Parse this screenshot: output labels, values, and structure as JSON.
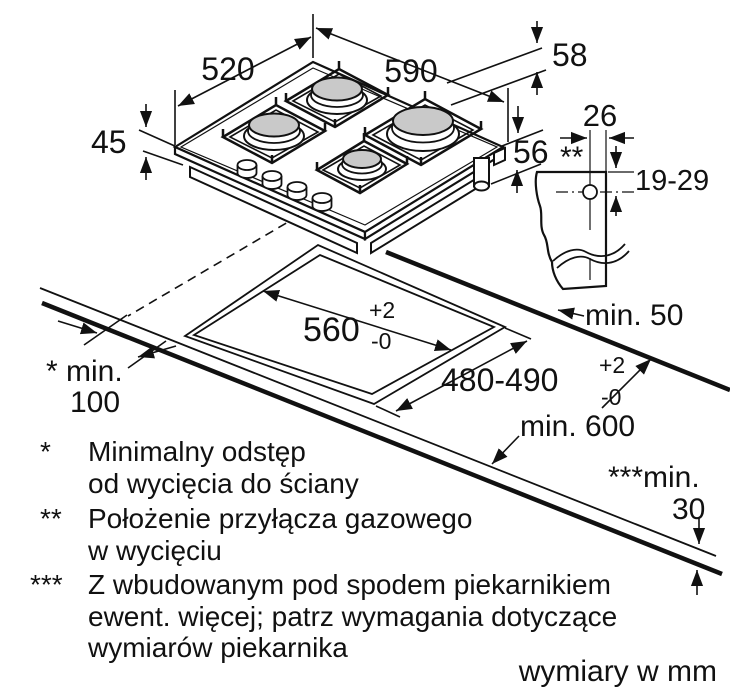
{
  "annotations": {
    "dim_520": "520",
    "dim_590": "590",
    "dim_58": "58",
    "dim_45": "45",
    "dim_56": "56",
    "dim_26": "26",
    "dim_19_29": "19-29",
    "gas_marker": "**",
    "cutout_width": {
      "value": "560",
      "tol_plus": "+2",
      "tol_minus": "-0"
    },
    "cutout_depth": {
      "value": "480-490",
      "tol_plus": "+2",
      "tol_minus": "-0"
    },
    "min_50": "min. 50",
    "min_100_line1": "* min.",
    "min_100_line2": "100",
    "min_600": "min. 600",
    "min_30_line1": "***min.",
    "min_30_line2": "30"
  },
  "legend": {
    "items": [
      {
        "marker": "*",
        "lines": [
          "Minimalny odstęp",
          "od wycięcia do ściany"
        ]
      },
      {
        "marker": "**",
        "lines": [
          "Położenie przyłącza gazowego",
          "w wycięciu"
        ]
      },
      {
        "marker": "***",
        "lines": [
          "Z wbudowanym pod spodem piekarnikiem",
          "ewent. więcej; patrz wymagania dotyczące",
          "wymiarów piekarnika"
        ]
      }
    ],
    "units_note": "wymiary w mm"
  }
}
